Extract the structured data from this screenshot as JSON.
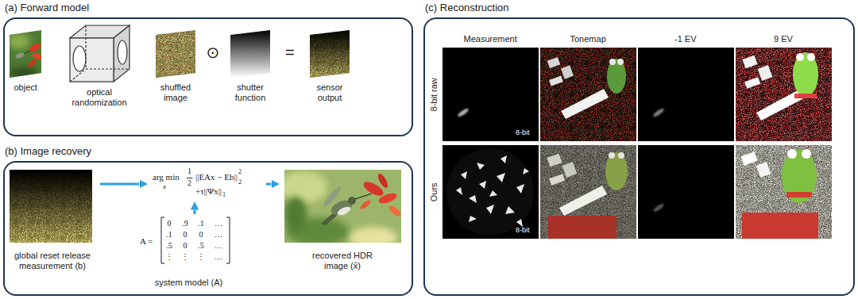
{
  "diagram": {
    "nodes": [
      {
        "text": [
          "(a) Forward model"
        ]
      },
      {
        "text": [
          "(b) Image recovery"
        ]
      },
      {
        "text": [
          "(c) Reconstruction"
        ]
      },
      {
        "text": [
          "global reset release measurement (b)"
        ],
        "in": 1
      },
      {
        "text": [
          "arg min",
          "x",
          "1",
          "2",
          "||EAx − Eb||",
          "2",
          "2",
          "+τ||Ψx||",
          "1"
        ],
        "in": 1
      },
      {
        "text": [
          "A =",
          "0",
          ".9",
          ".1",
          "…",
          ".1",
          "0",
          "0",
          "…",
          ".5",
          "0",
          ".5",
          "…",
          "⋮",
          "⋮",
          "⋮",
          "…",
          "system model (A)"
        ],
        "in": 1
      },
      {
        "text": [
          "recovered HDR image (x̂)"
        ],
        "in": 1
      }
    ],
    "edges": [
      {
        "from": 3,
        "to": 4,
        "arrow": "to"
      },
      {
        "from": 5,
        "to": 4,
        "arrow": "to"
      },
      {
        "from": 4,
        "to": 6,
        "arrow": "to"
      }
    ],
    "labels": [
      "object",
      "optical randomization",
      "shuffled image",
      "⊙",
      "shutter function",
      "=",
      "sensor output",
      "Measurement",
      "Tonemap",
      "-1 EV",
      "9 EV",
      "8-bit raw",
      "Ours",
      "8-bit",
      "8-bit"
    ]
  }
}
